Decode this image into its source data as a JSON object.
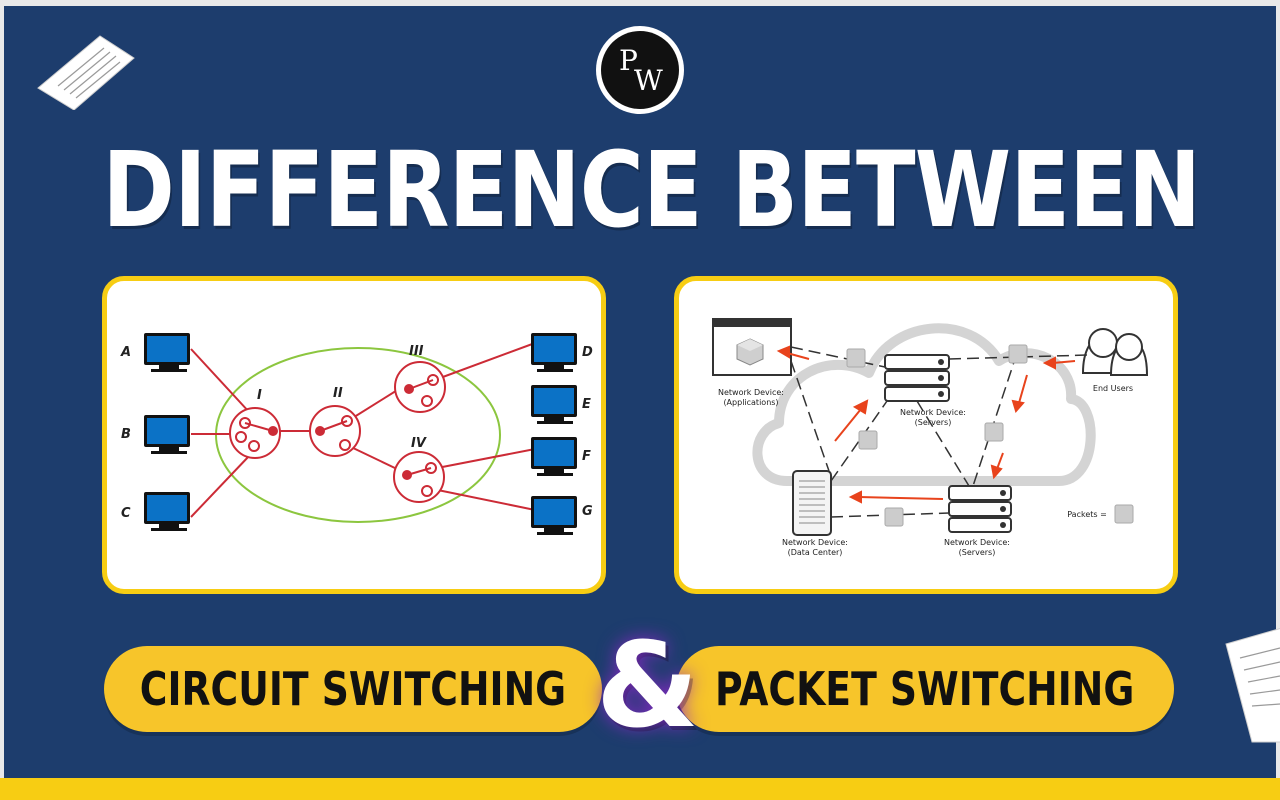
{
  "logo": {
    "text": "PW"
  },
  "headline": "DIFFERENCE BETWEEN",
  "circuit_diagram": {
    "computers": [
      "A",
      "B",
      "C",
      "D",
      "E",
      "F",
      "G"
    ],
    "switches": [
      "I",
      "II",
      "III",
      "IV"
    ]
  },
  "packet_diagram": {
    "labels": {
      "applications_l1": "Network Device:",
      "applications_l2": "(Applications)",
      "servers_top_l1": "Network Device:",
      "servers_top_l2": "(Servers)",
      "end_users": "End Users",
      "data_center_l1": "Network Device:",
      "data_center_l2": "(Data Center)",
      "servers_bottom_l1": "Network Device:",
      "servers_bottom_l2": "(Servers)",
      "packets": "Packets ="
    }
  },
  "pills": {
    "left": "CIRCUIT SWITCHING",
    "right": "PACKET SWITCHING"
  },
  "ampersand": "&",
  "colors": {
    "background": "#1d3d6d",
    "accent_yellow": "#f7cd13",
    "switch_red": "#cc2b36",
    "ellipse_green": "#8cc63f",
    "arrow_orange": "#e8431c"
  }
}
